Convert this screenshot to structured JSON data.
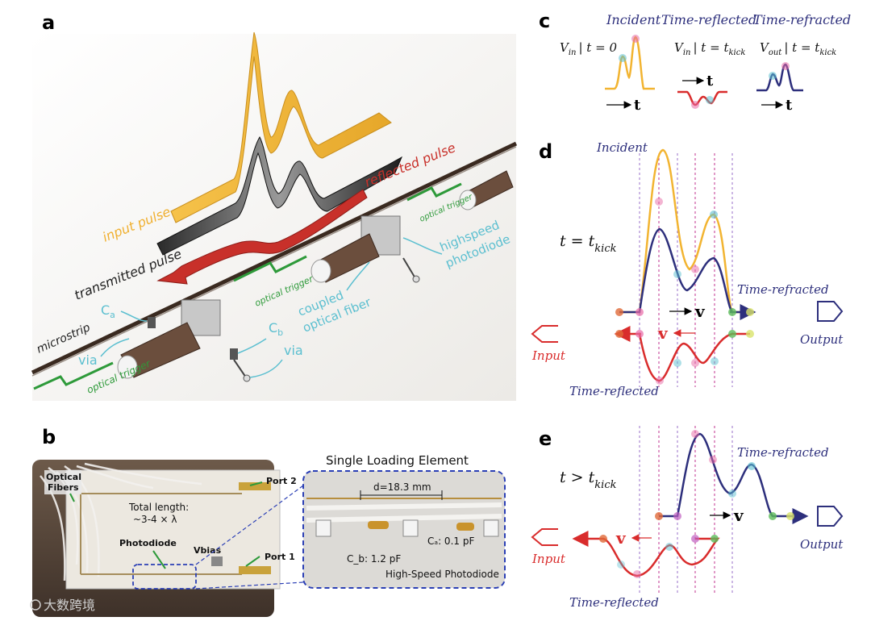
{
  "panels": {
    "a": "a",
    "b": "b",
    "c": "c",
    "d": "d",
    "e": "e"
  },
  "panel_a": {
    "input_pulse": "input pulse",
    "transmitted_pulse": "transmitted pulse",
    "reflected_pulse": "reflected pulse",
    "microstrip": "microstrip",
    "ca": "C",
    "ca_sub": "a",
    "cb": "C",
    "cb_sub": "b",
    "via_left": "via",
    "via_right": "via",
    "optical_trigger": "optical trigger",
    "coupled_optical_fiber_1": "coupled",
    "coupled_optical_fiber_2": "optical fiber",
    "highspeed_photodiode_1": "highspeed",
    "highspeed_photodiode_2": "photodiode"
  },
  "panel_b": {
    "optical_fibers_1": "Optical",
    "optical_fibers_2": "Fibers",
    "total_length_1": "Total length:",
    "total_length_2": "~3-4 × λ",
    "photodiode": "Photodiode",
    "vbias": "Vbias",
    "port1": "Port 1",
    "port2": "Port 2",
    "single_loading_element": "Single Loading Element",
    "distance": "d=18.3 mm",
    "ca_value": "Cₐ: 0.1 pF",
    "cb_value": "C_b: 1.2 pF",
    "hs_photodiode": "High-Speed Photodiode",
    "watermark": "大数跨境"
  },
  "panel_c": {
    "incident": "Incident",
    "time_reflected": "Time-reflected",
    "time_refracted": "Time-refracted",
    "vin_t0": "V",
    "vin_t0_sub": "in",
    "vin_t0_rest": "| t = 0",
    "vin_tk": "V",
    "vin_tk_sub": "in",
    "vin_tk_rest": "| t = t",
    "vin_tk_sub2": "kick",
    "vout_tk": "V",
    "vout_tk_sub": "out",
    "vout_tk_rest": "| t = t",
    "vout_tk_sub2": "kick",
    "t_arrow": "t"
  },
  "panel_d": {
    "incident": "Incident",
    "t_eq": "t = t",
    "t_eq_sub": "kick",
    "time_refracted": "Time-refracted",
    "time_reflected": "Time-reflected",
    "v": "v",
    "input": "Input",
    "output": "Output"
  },
  "panel_e": {
    "t_gt": "t > t",
    "t_gt_sub": "kick",
    "time_refracted": "Time-refracted",
    "time_reflected": "Time-reflected",
    "v": "v",
    "input": "Input",
    "output": "Output"
  },
  "colors": {
    "incident": "#f2b431",
    "refracted": "#2d2f7c",
    "reflected": "#d92c2c",
    "cyan": "#5bbfd0",
    "green": "#2e9a3a",
    "label_blue": "#2d2f7c",
    "dashed_purple": "#9a6fc9",
    "dashed_magenta": "#c0308f"
  }
}
